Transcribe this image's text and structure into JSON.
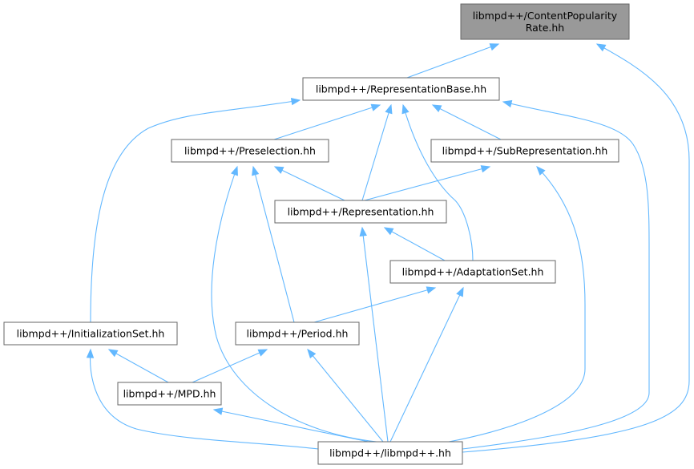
{
  "graph": {
    "edge_color": "#63b8ff",
    "nodes": {
      "cpr": {
        "lines": [
          "libmpd++/ContentPopularity",
          "Rate.hh"
        ],
        "highlight": true
      },
      "rb": {
        "lines": [
          "libmpd++/RepresentationBase.hh"
        ]
      },
      "pre": {
        "lines": [
          "libmpd++/Preselection.hh"
        ]
      },
      "sub": {
        "lines": [
          "libmpd++/SubRepresentation.hh"
        ]
      },
      "rep": {
        "lines": [
          "libmpd++/Representation.hh"
        ]
      },
      "as": {
        "lines": [
          "libmpd++/AdaptationSet.hh"
        ]
      },
      "init": {
        "lines": [
          "libmpd++/InitializationSet.hh"
        ]
      },
      "per": {
        "lines": [
          "libmpd++/Period.hh"
        ]
      },
      "mpd": {
        "lines": [
          "libmpd++/MPD.hh"
        ]
      },
      "lib": {
        "lines": [
          "libmpd++/libmpd++.hh"
        ]
      }
    },
    "edges": [
      [
        "cpr",
        "rb"
      ],
      [
        "cpr",
        "lib"
      ],
      [
        "rb",
        "pre"
      ],
      [
        "rb",
        "sub"
      ],
      [
        "rb",
        "rep"
      ],
      [
        "rb",
        "as"
      ],
      [
        "rb",
        "init"
      ],
      [
        "rb",
        "lib"
      ],
      [
        "pre",
        "rep"
      ],
      [
        "pre",
        "per"
      ],
      [
        "pre",
        "lib"
      ],
      [
        "sub",
        "rep"
      ],
      [
        "sub",
        "lib"
      ],
      [
        "rep",
        "as"
      ],
      [
        "rep",
        "lib"
      ],
      [
        "as",
        "per"
      ],
      [
        "as",
        "lib"
      ],
      [
        "init",
        "mpd"
      ],
      [
        "init",
        "lib"
      ],
      [
        "per",
        "mpd"
      ],
      [
        "per",
        "lib"
      ],
      [
        "mpd",
        "lib"
      ]
    ]
  }
}
